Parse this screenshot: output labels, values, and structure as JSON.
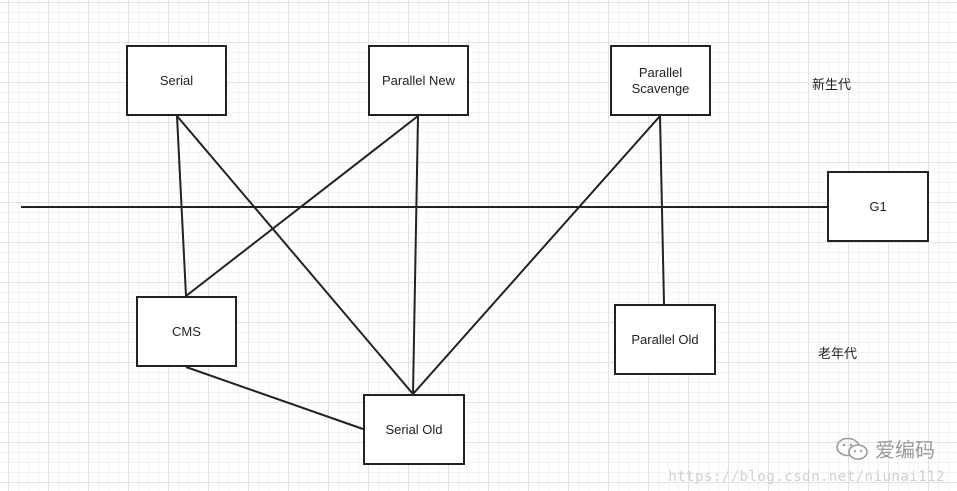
{
  "nodes": {
    "serial": "Serial",
    "parallel_new": "Parallel New",
    "parallel_scavenge": "Parallel\nScavenge",
    "g1": "G1",
    "cms": "CMS",
    "parallel_old": "Parallel Old",
    "serial_old": "Serial Old"
  },
  "labels": {
    "young_gen": "新生代",
    "old_gen": "老年代"
  },
  "edges": [
    [
      "serial",
      "cms"
    ],
    [
      "serial",
      "serial_old"
    ],
    [
      "parallel_new",
      "cms"
    ],
    [
      "parallel_new",
      "serial_old"
    ],
    [
      "parallel_scavenge",
      "serial_old"
    ],
    [
      "parallel_scavenge",
      "parallel_old"
    ],
    [
      "cms",
      "serial_old"
    ]
  ],
  "watermark": {
    "brand": "爱编码",
    "url": "https://blog.csdn.net/niunai112"
  }
}
